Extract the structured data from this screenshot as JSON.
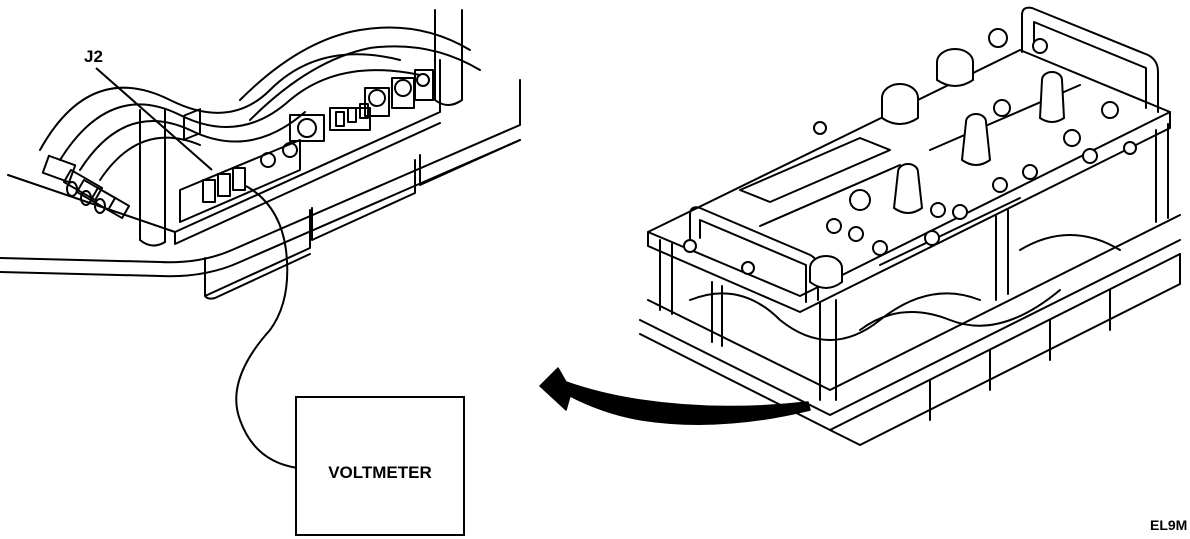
{
  "figure": {
    "callout_label": "J2",
    "instrument_label": "VOLTMETER",
    "figure_code": "EL9M",
    "colors": {
      "ink": "#000000",
      "paper": "#ffffff",
      "shade": "#d8d8d8"
    }
  }
}
